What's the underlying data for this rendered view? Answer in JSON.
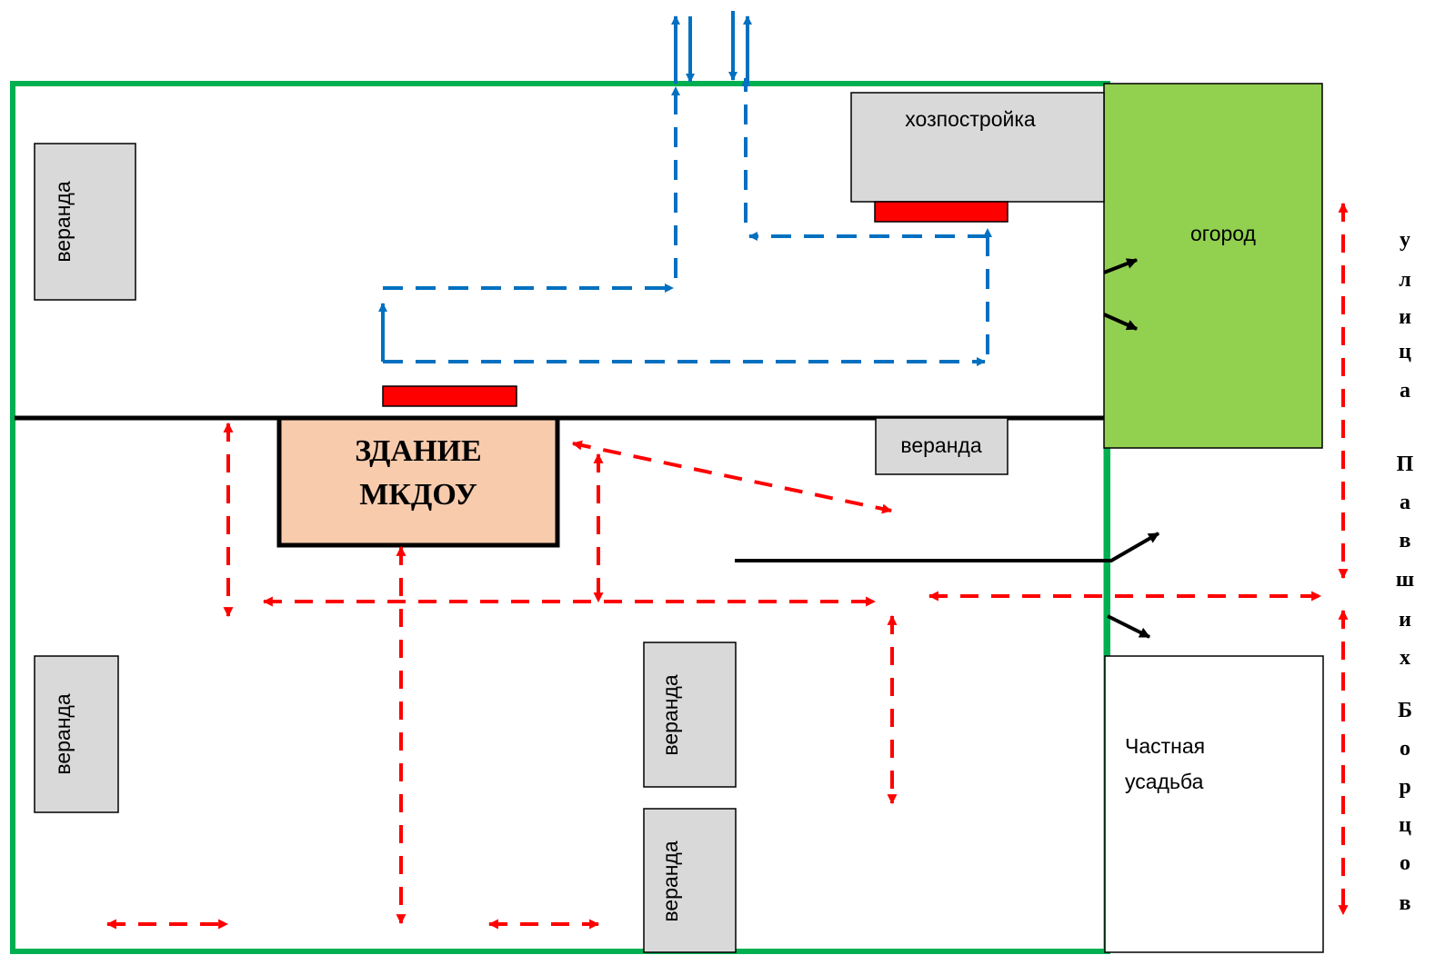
{
  "labels": {
    "veranda_top_left": "веранда",
    "veranda_mid_left": "веранда",
    "veranda_right_of_building": "веранда",
    "veranda_center_upper": "веранда",
    "veranda_center_lower": "веранда",
    "shed": "хозпостройка",
    "garden": "огород",
    "private_estate_line1": "Частная",
    "private_estate_line2": "усадьба",
    "building_line1": "ЗДАНИЕ",
    "building_line2": "МКДОУ",
    "street_letters": [
      "у",
      "л",
      "и",
      "ц",
      "а",
      "П",
      "а",
      "в",
      "ш",
      "и",
      "х",
      "Б",
      "о",
      "р",
      "ц",
      "о",
      "в"
    ]
  },
  "colors": {
    "fence_green": "#00b050",
    "garden_green": "#92d050",
    "veranda_gray": "#d9d9d9",
    "building_peach": "#f8cbad",
    "red_marker": "#ff0000",
    "blue_route": "#0070c0",
    "red_route": "#ff0000",
    "black_line": "#000000"
  }
}
